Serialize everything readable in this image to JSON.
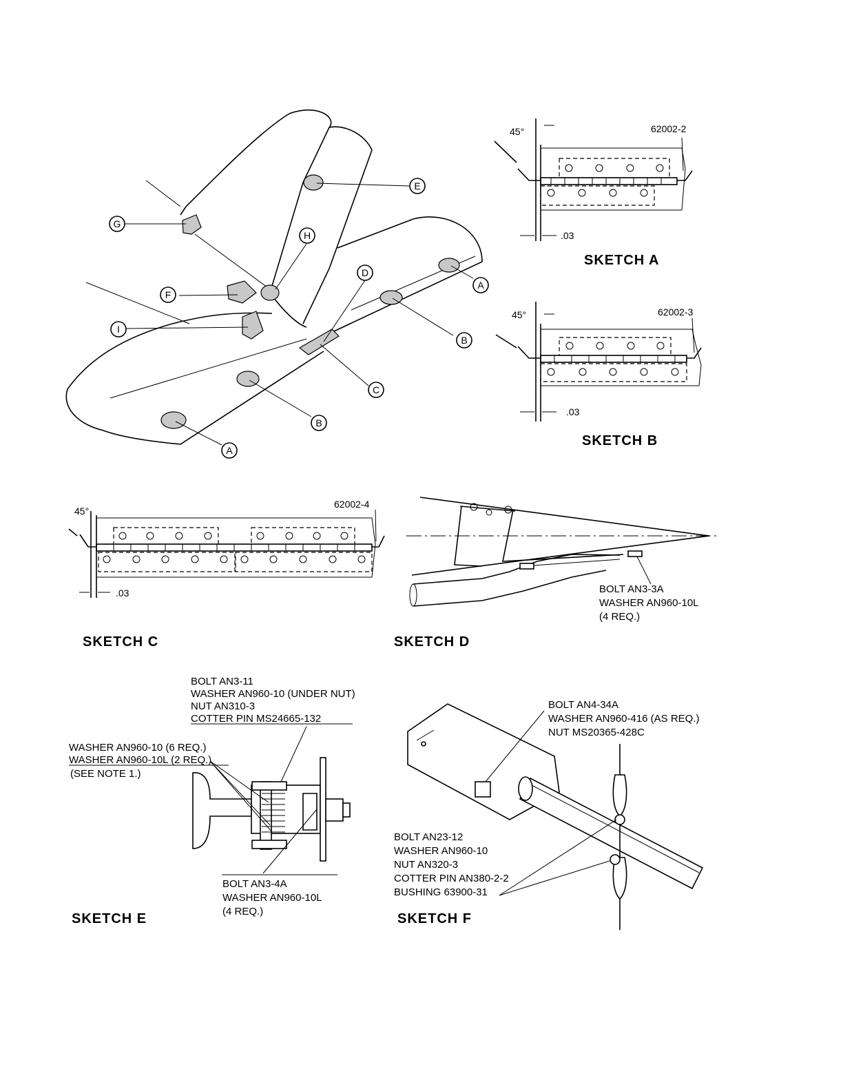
{
  "main_view": {
    "callouts": [
      "A",
      "A",
      "B",
      "B",
      "C",
      "D",
      "E",
      "F",
      "G",
      "H",
      "I"
    ]
  },
  "sketch_a": {
    "title": "SKETCH A",
    "angle": "45°",
    "part": "62002-2",
    "gap": ".03"
  },
  "sketch_b": {
    "title": "SKETCH B",
    "angle": "45°",
    "part": "62002-3",
    "gap": ".03"
  },
  "sketch_c": {
    "title": "SKETCH C",
    "angle": "45°",
    "part": "62002-4",
    "gap": ".03"
  },
  "sketch_d": {
    "title": "SKETCH D",
    "note": [
      "BOLT AN3-3A",
      "WASHER AN960-10L",
      "(4 REQ.)"
    ]
  },
  "sketch_e": {
    "title": "SKETCH E",
    "top_note": [
      "BOLT AN3-11",
      "WASHER AN960-10 (UNDER NUT)",
      "NUT AN310-3",
      "COTTER PIN MS24665-132"
    ],
    "left_note": [
      "WASHER AN960-10 (6 REQ.)",
      "WASHER AN960-10L (2 REQ.)",
      "(SEE NOTE 1.)"
    ],
    "bottom_note": [
      "BOLT AN3-4A",
      "WASHER AN960-10L",
      "(4 REQ.)"
    ]
  },
  "sketch_f": {
    "title": "SKETCH F",
    "top_note": [
      "BOLT AN4-34A",
      "WASHER AN960-416 (AS REQ.)",
      "NUT MS20365-428C"
    ],
    "bottom_note": [
      "BOLT AN23-12",
      "WASHER AN960-10",
      "NUT AN320-3",
      "COTTER PIN AN380-2-2",
      "BUSHING 63900-31"
    ]
  }
}
